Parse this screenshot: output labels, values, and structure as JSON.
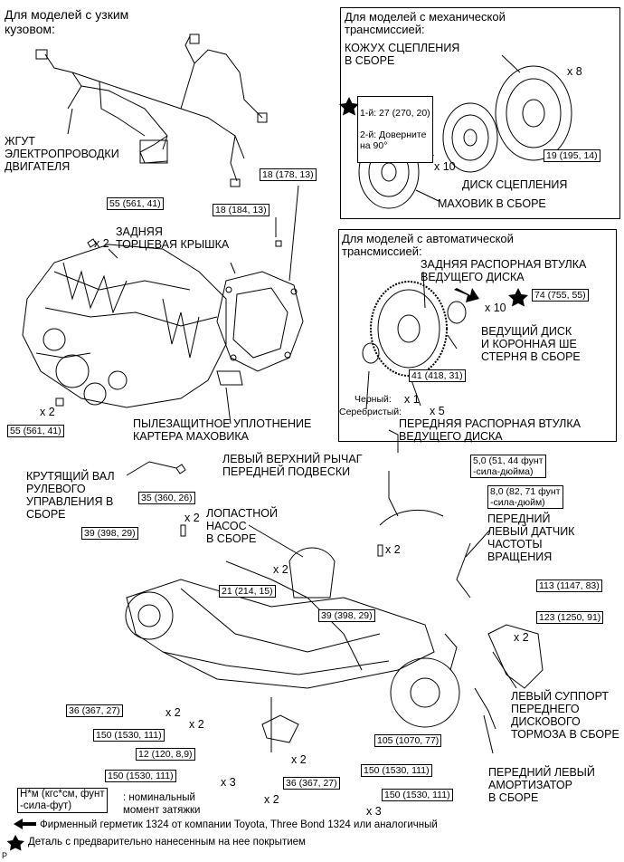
{
  "header": {
    "narrow_body": "Для моделей с узким\nкузовом:"
  },
  "manual_box": {
    "title": "Для моделей с механической\nтрансмиссией:",
    "clutch_cover": "КОЖУХ СЦЕПЛЕНИЯ\nВ СБОРЕ",
    "step1": "1-й: 27 (270, 20)",
    "step2": "2-й: Доверните\nна 90°",
    "x8": "x 8",
    "x10": "x 10",
    "torque_19": "19 (195, 14)",
    "clutch_disc": "ДИСК СЦЕПЛЕНИЯ",
    "flywheel": "МАХОВИК В СБОРЕ"
  },
  "auto_box": {
    "title": "Для моделей с автоматической\nтрансмиссией:",
    "rear_spacer": "ЗАДНЯЯ РАСПОРНАЯ ВТУЛКА\nВЕДУЩЕГО ДИСКА",
    "x10": "x 10",
    "torque_74": "74 (755, 55)",
    "drive_plate": "ВЕДУЩИЙ ДИСК\nИ КОРОННАЯ ШЕ\nСТЕРНЯ В СБОРЕ",
    "torque_41": "41 (418, 31)",
    "black": "Черный:",
    "x1": "x 1",
    "silver": "Серебристый:",
    "x5": "x 5",
    "front_spacer": "ПЕРЕДНЯЯ РАСПОРНАЯ ВТУЛКА\nВЕДУЩЕГО ДИСКА"
  },
  "labels": {
    "wiring": "ЖГУТ\nЭЛЕКТРОПРОВОДКИ\nДВИГАТЕЛЯ",
    "rear_cover": "ЗАДНЯЯ\nТОРЦЕВАЯ КРЫШКА",
    "dust_seal": "ПЫЛЕЗАЩИТНОЕ УПЛОТНЕНИЕ\nКАРТЕРА МАХОВИКА",
    "steering_shaft": "КРУТЯЩИЙ ВАЛ\nРУЛЕВОГО\nУПРАВЛЕНИЯ В\nСБОРЕ",
    "upper_arm": "ЛЕВЫЙ ВЕРХНИЙ РЫЧАГ\nПЕРЕДНЕЙ ПОДВЕСКИ",
    "vane_pump": "ЛОПАСТНОЙ\nНАСОС\nВ СБОРЕ",
    "speed_sensor": "ПЕРЕДНИЙ\nЛЕВЫЙ ДАТЧИК\nЧАСТОТЫ\nВРАЩЕНИЯ",
    "caliper": "ЛЕВЫЙ СУППОРТ\nПЕРЕДНЕГО\nДИСКОВОГО\nТОРМОЗА В СБОРЕ",
    "shock": "ПЕРЕДНИЙ ЛЕВЫЙ\nАМОРТИЗАТОР\nВ СБОРЕ"
  },
  "torques": {
    "t18a": "18 (178, 13)",
    "t18b": "18 (184, 13)",
    "t55a": "55 (561, 41)",
    "t55b": "55 (561, 41)",
    "t35": "35 (360, 26)",
    "t39a": "39 (398, 29)",
    "t21": "21 (214, 15)",
    "t39b": "39 (398, 29)",
    "t5": "5,0 (51, 44 фунт\n-сила-дюйма)",
    "t8": "8,0 (82, 71 фунт\n-сила-дюйм)",
    "t113": "113 (1147, 83)",
    "t123": "123 (1250, 91)",
    "t36a": "36 (367, 27)",
    "t150a": "150 (1530, 111)",
    "t12": "12 (120, 8,9)",
    "t150b": "150 (1530, 111)",
    "t36b": "36 (367, 27)",
    "t150c": "150 (1530, 111)",
    "t105": "105 (1070, 77)",
    "t150d": "150 (1530, 111)"
  },
  "multipliers": {
    "m1": "x 2",
    "m2": "x 2",
    "m3": "x 2",
    "m4": "x 2",
    "m5": "x 2",
    "m6": "x 2",
    "m7": "x 2",
    "m8": "x 2",
    "m9": "x 2",
    "m10": "x 2",
    "m11": "x 3",
    "m12": "x 3"
  },
  "legend": {
    "unit": "Н*м (кгс*см, фунт\n-сила-фут)",
    "unit_desc": ": номинальный\nмомент затяжки",
    "sealant": "Фирменный герметик 1324 от компании Toyota, Three Bond 1324 или аналогичный",
    "precoated": "Деталь с предварительно нанесенным на нее покрытием",
    "page_mark": "P"
  }
}
